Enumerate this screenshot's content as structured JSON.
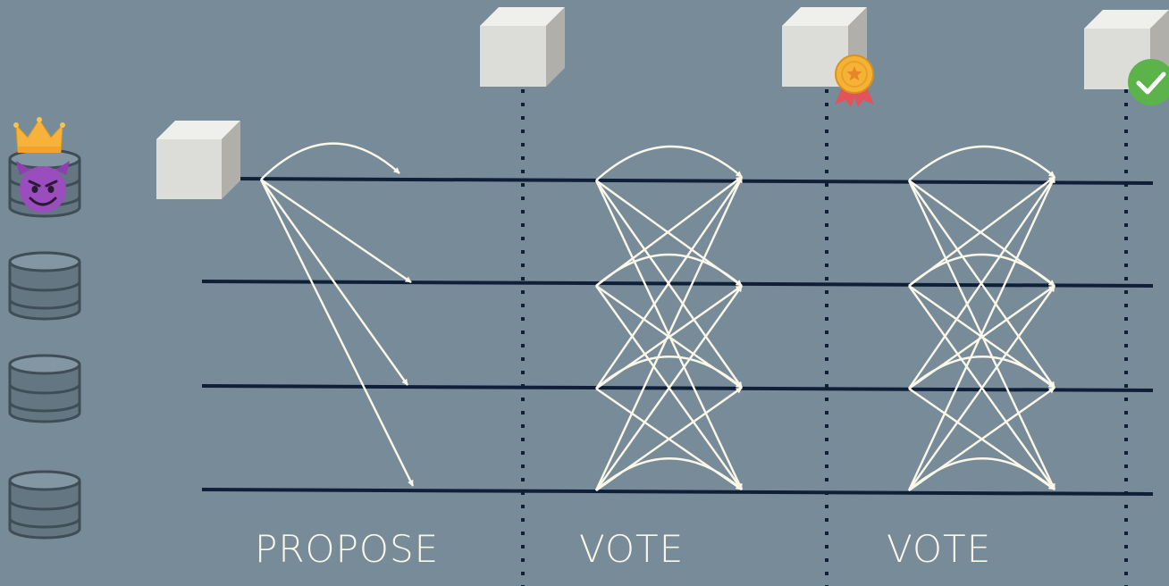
{
  "phases": [
    {
      "id": "propose",
      "label": "PROPOSE"
    },
    {
      "id": "vote1",
      "label": "VOTE"
    },
    {
      "id": "vote2",
      "label": "VOTE"
    }
  ],
  "nodes": [
    {
      "id": "node-1",
      "role": "leader",
      "badges": [
        "crown-icon",
        "devil-face-icon"
      ]
    },
    {
      "id": "node-2",
      "role": "replica",
      "badges": []
    },
    {
      "id": "node-3",
      "role": "replica",
      "badges": []
    },
    {
      "id": "node-4",
      "role": "replica",
      "badges": []
    }
  ],
  "blocks": [
    {
      "id": "proposed-block",
      "badge": ""
    },
    {
      "id": "phase-block-1",
      "badge": ""
    },
    {
      "id": "phase-block-2",
      "badge": "medal-icon"
    },
    {
      "id": "phase-block-3",
      "badge": "check-icon"
    }
  ],
  "colors": {
    "background": "#778c98",
    "timeline": "#0f1f38",
    "arrow": "#fbf8ea",
    "cube_front": "#dcdcd8",
    "cube_top": "#efefeb",
    "cube_side": "#b0afaa",
    "database": "#637682",
    "medal_gold": "#f5b335",
    "medal_ribbon": "#e0545a",
    "check_green": "#5cb34a"
  }
}
